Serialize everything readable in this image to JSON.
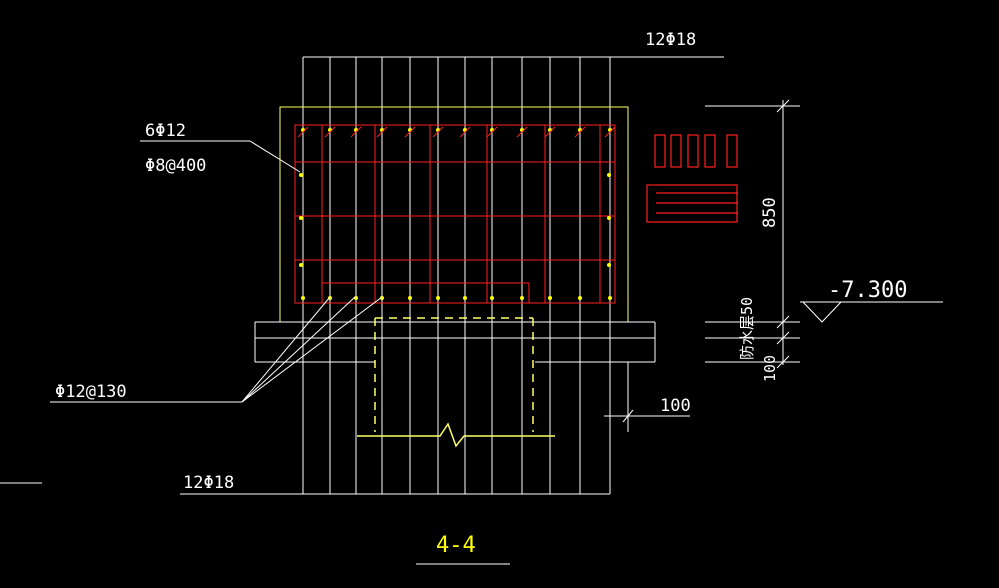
{
  "drawing": {
    "section_title": "4-4",
    "bar_top_label": "12Φ18",
    "bar_bottom_label": "12Φ18",
    "bar_side_label": "6Φ12",
    "stirrup_label": "Φ8@400",
    "bottom_bar_label": "Φ12@130",
    "dim_height": "850",
    "dim_waterproof": "防水层50",
    "dim_bottom": "100",
    "dim_offset": "100",
    "elevation": "-7.300"
  },
  "colors": {
    "background": "#000000",
    "line_white": "#ffffff",
    "line_yellow": "#ffff66",
    "rebar_red": "#ff2020",
    "dot_yellow": "#ffff00"
  }
}
